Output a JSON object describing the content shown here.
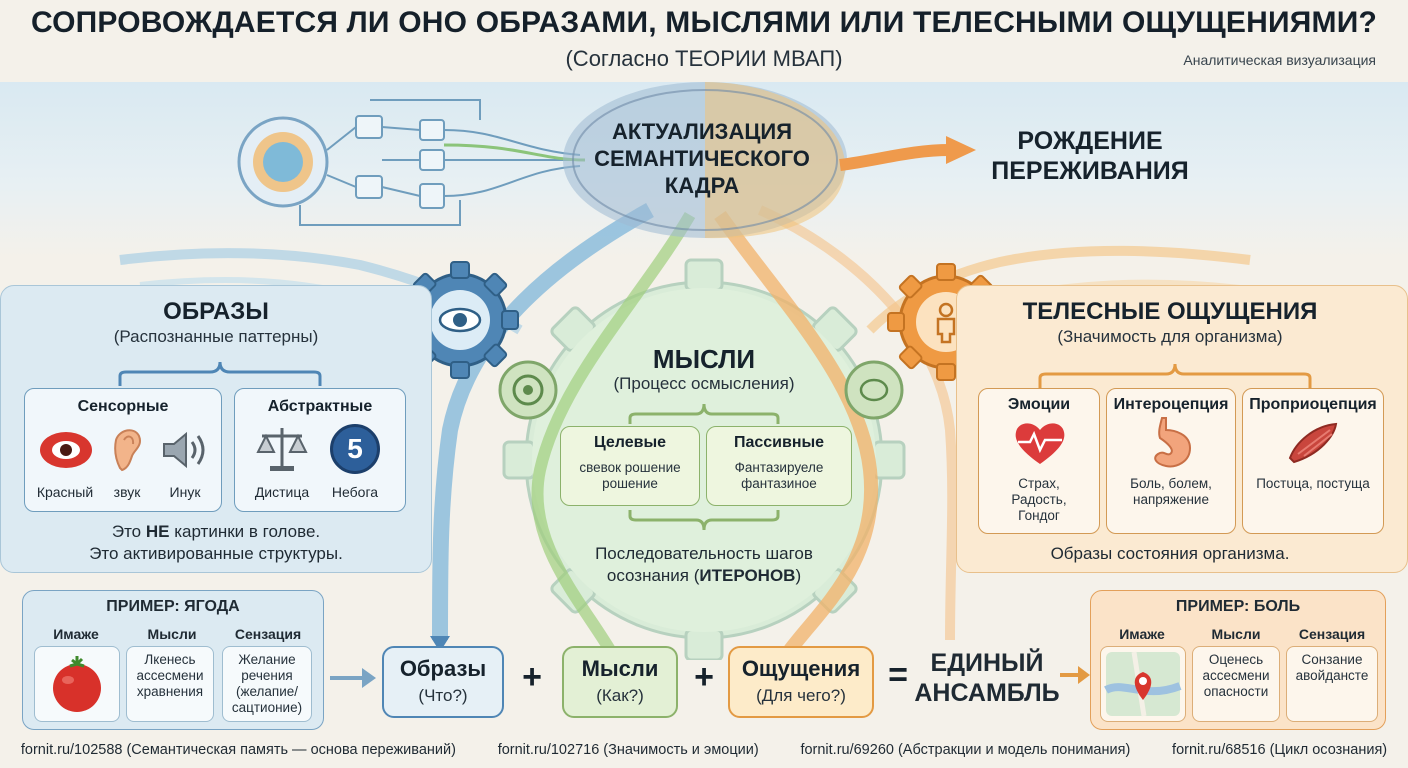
{
  "header": {
    "title": "СОПРОВОЖДАЕТСЯ ЛИ ОНО ОБРАЗАМИ, МЫСЛЯМИ ИЛИ ТЕЛЕСНЫМИ ОЩУЩЕНИЯМИ?",
    "subtitle": "(Согласно ТЕОРИИ МВАП)",
    "corner": "Аналитическая визуализация"
  },
  "center": {
    "brain_title": "АКТУАЛИЗАЦИЯ СЕМАНТИЧЕСКОГО КАДРА",
    "birth": "РОЖДЕНИЕ ПЕРЕЖИВАНИЯ"
  },
  "images_panel": {
    "title": "ОБРАЗЫ",
    "subtitle": "(Распознанные паттерны)",
    "sensory": {
      "title": "Сенсорные",
      "items": [
        "Красный",
        "звук",
        "Инук"
      ]
    },
    "abstract": {
      "title": "Абстрактные",
      "items": [
        "Дистица",
        "Небога"
      ],
      "badge": "5"
    },
    "note_line1_a": "Это ",
    "note_line1_b": "НЕ",
    "note_line1_c": " картинки в голове.",
    "note_line2": "Это активированные структуры."
  },
  "thoughts_panel": {
    "title": "МЫСЛИ",
    "subtitle": "(Процесс осмысления)",
    "goal": {
      "title": "Целевые",
      "text": "свевок рошение рошение"
    },
    "passive": {
      "title": "Пассивные",
      "text": "Фантазируеле фантазиное"
    },
    "note_line1": "Последовательность шагов",
    "note_line2_a": "осознания (",
    "note_line2_b": "ИТЕРОНОВ",
    "note_line2_c": ")"
  },
  "body_panel": {
    "title": "ТЕЛЕСНЫЕ ОЩУЩЕНИЯ",
    "subtitle": "(Значимость для организма)",
    "emotions": {
      "title": "Эмоции",
      "text": "Страх, Радость, Гондог"
    },
    "intero": {
      "title": "Интероцепция",
      "text": "Боль, болем, напряжение"
    },
    "proprio": {
      "title": "Проприоцепция",
      "text": "Постυца, постуща"
    },
    "note": "Образы состояния организма."
  },
  "example_berry": {
    "title": "ПРИМЕР: ЯГОДА",
    "col1": "Имаже",
    "col2": "Мысли",
    "col3": "Сензация",
    "thought": "Лкенесь ассесмени хравнения",
    "sensation": "Желание речения (желапие/ сацтионие)"
  },
  "example_pain": {
    "title": "ПРИМЕР: БОЛЬ",
    "col1": "Имаже",
    "col2": "Мысли",
    "col3": "Сензация",
    "thought": "Оценесь ассесмени опасности",
    "sensation": "Сонзание авойдансте"
  },
  "equation": {
    "images": "Образы",
    "images_q": "(Что?)",
    "thoughts": "Мысли",
    "thoughts_q": "(Как?)",
    "feelings": "Ощущения",
    "feelings_q": "(Для чего?)",
    "plus": "+",
    "equals": "=",
    "result": "ЕДИНЫЙ АНСАМБЛЬ"
  },
  "footer": [
    "fornit.ru/102588 (Семантическая память — основа переживаний)",
    "fornit.ru/102716 (Значимость и эмоции)",
    "fornit.ru/69260 (Абстракции и модель понимания)",
    "fornit.ru/68516 (Цикл осознания)"
  ],
  "colors": {
    "blue": "#4f86b5",
    "green": "#8cb26b",
    "orange": "#e39a43",
    "background": "#f4f1ea"
  }
}
